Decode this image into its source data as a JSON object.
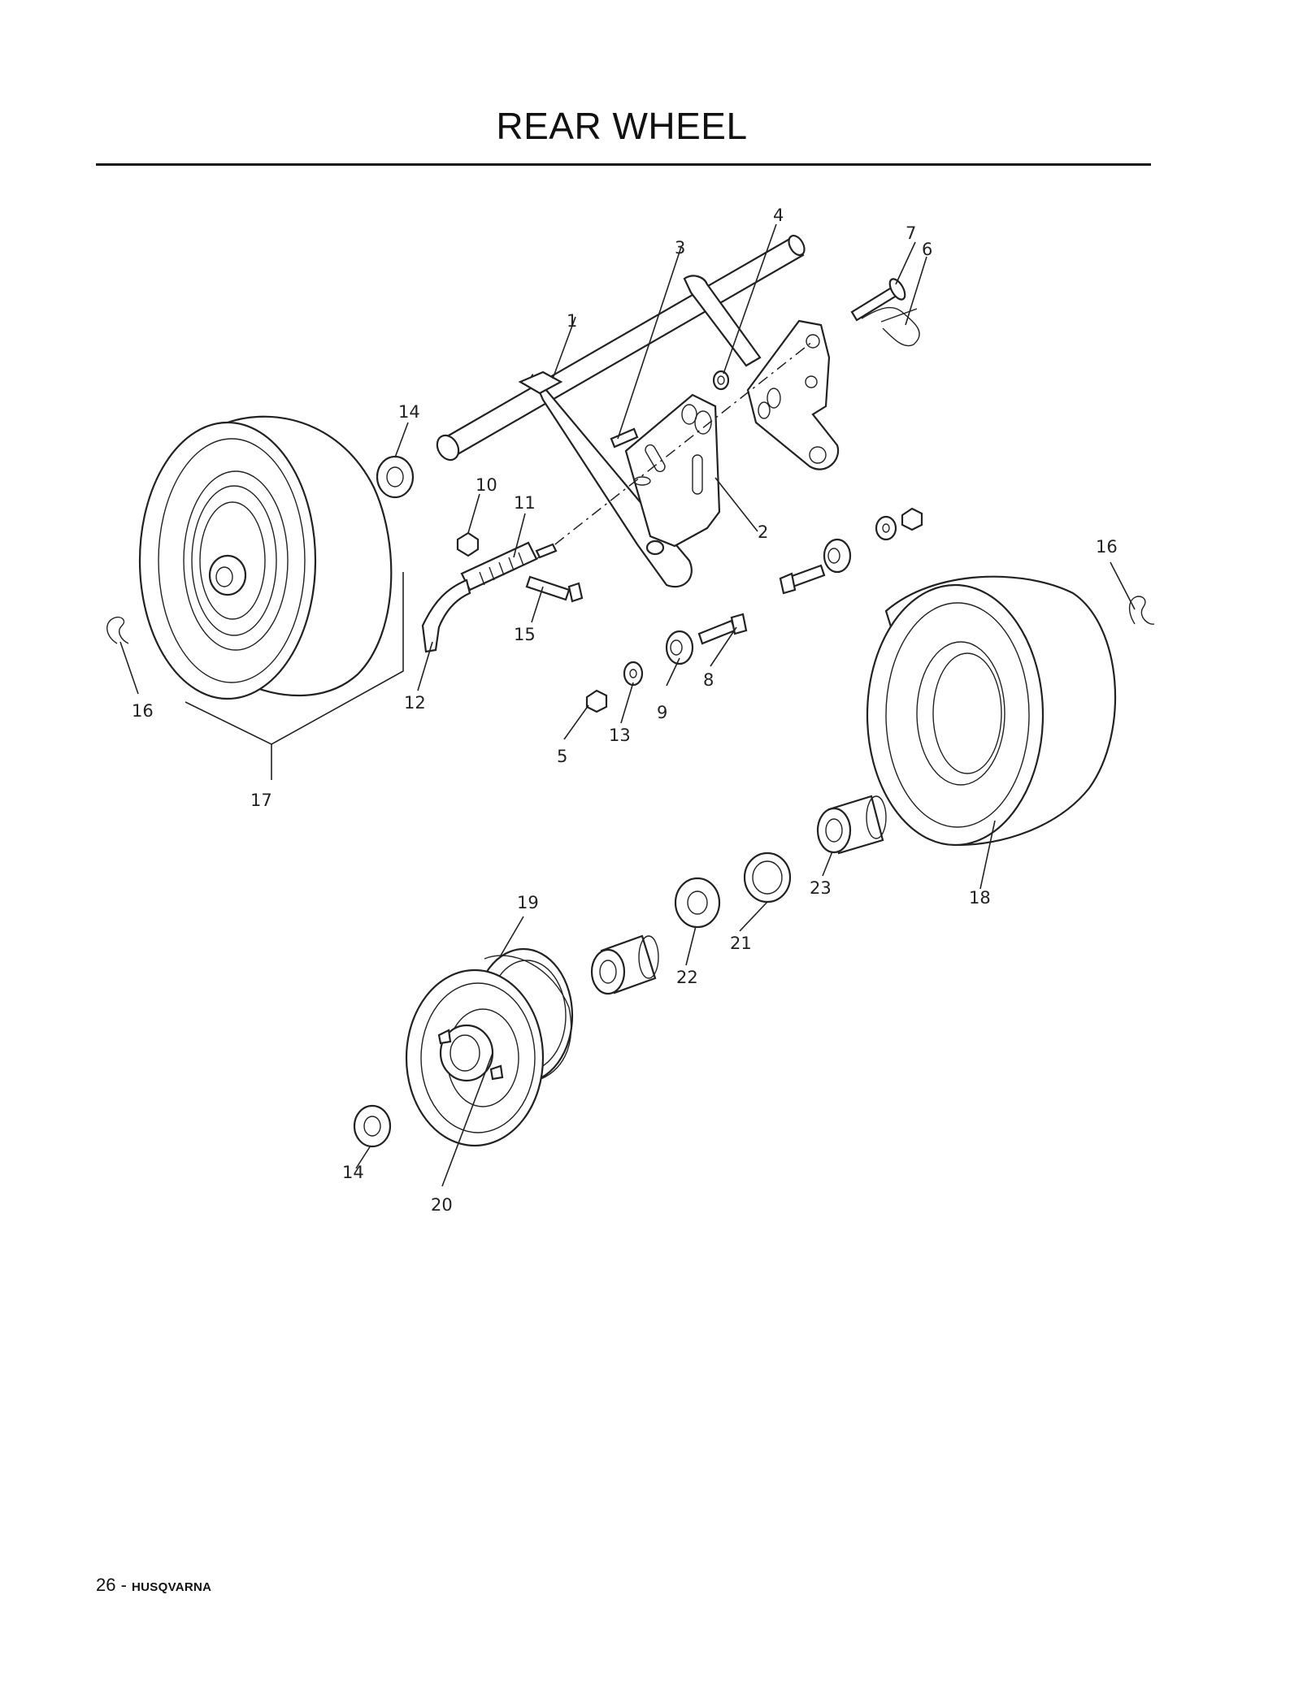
{
  "page": {
    "title": "REAR WHEEL",
    "footer_page": "26",
    "footer_sep": " - ",
    "footer_brand": "HUSQVARNA"
  },
  "callouts": [
    "1",
    "2",
    "3",
    "4",
    "5",
    "6",
    "7",
    "8",
    "9",
    "10",
    "11",
    "12",
    "13",
    "14",
    "14",
    "15",
    "16",
    "16",
    "17",
    "18",
    "19",
    "20",
    "21",
    "22",
    "23"
  ]
}
